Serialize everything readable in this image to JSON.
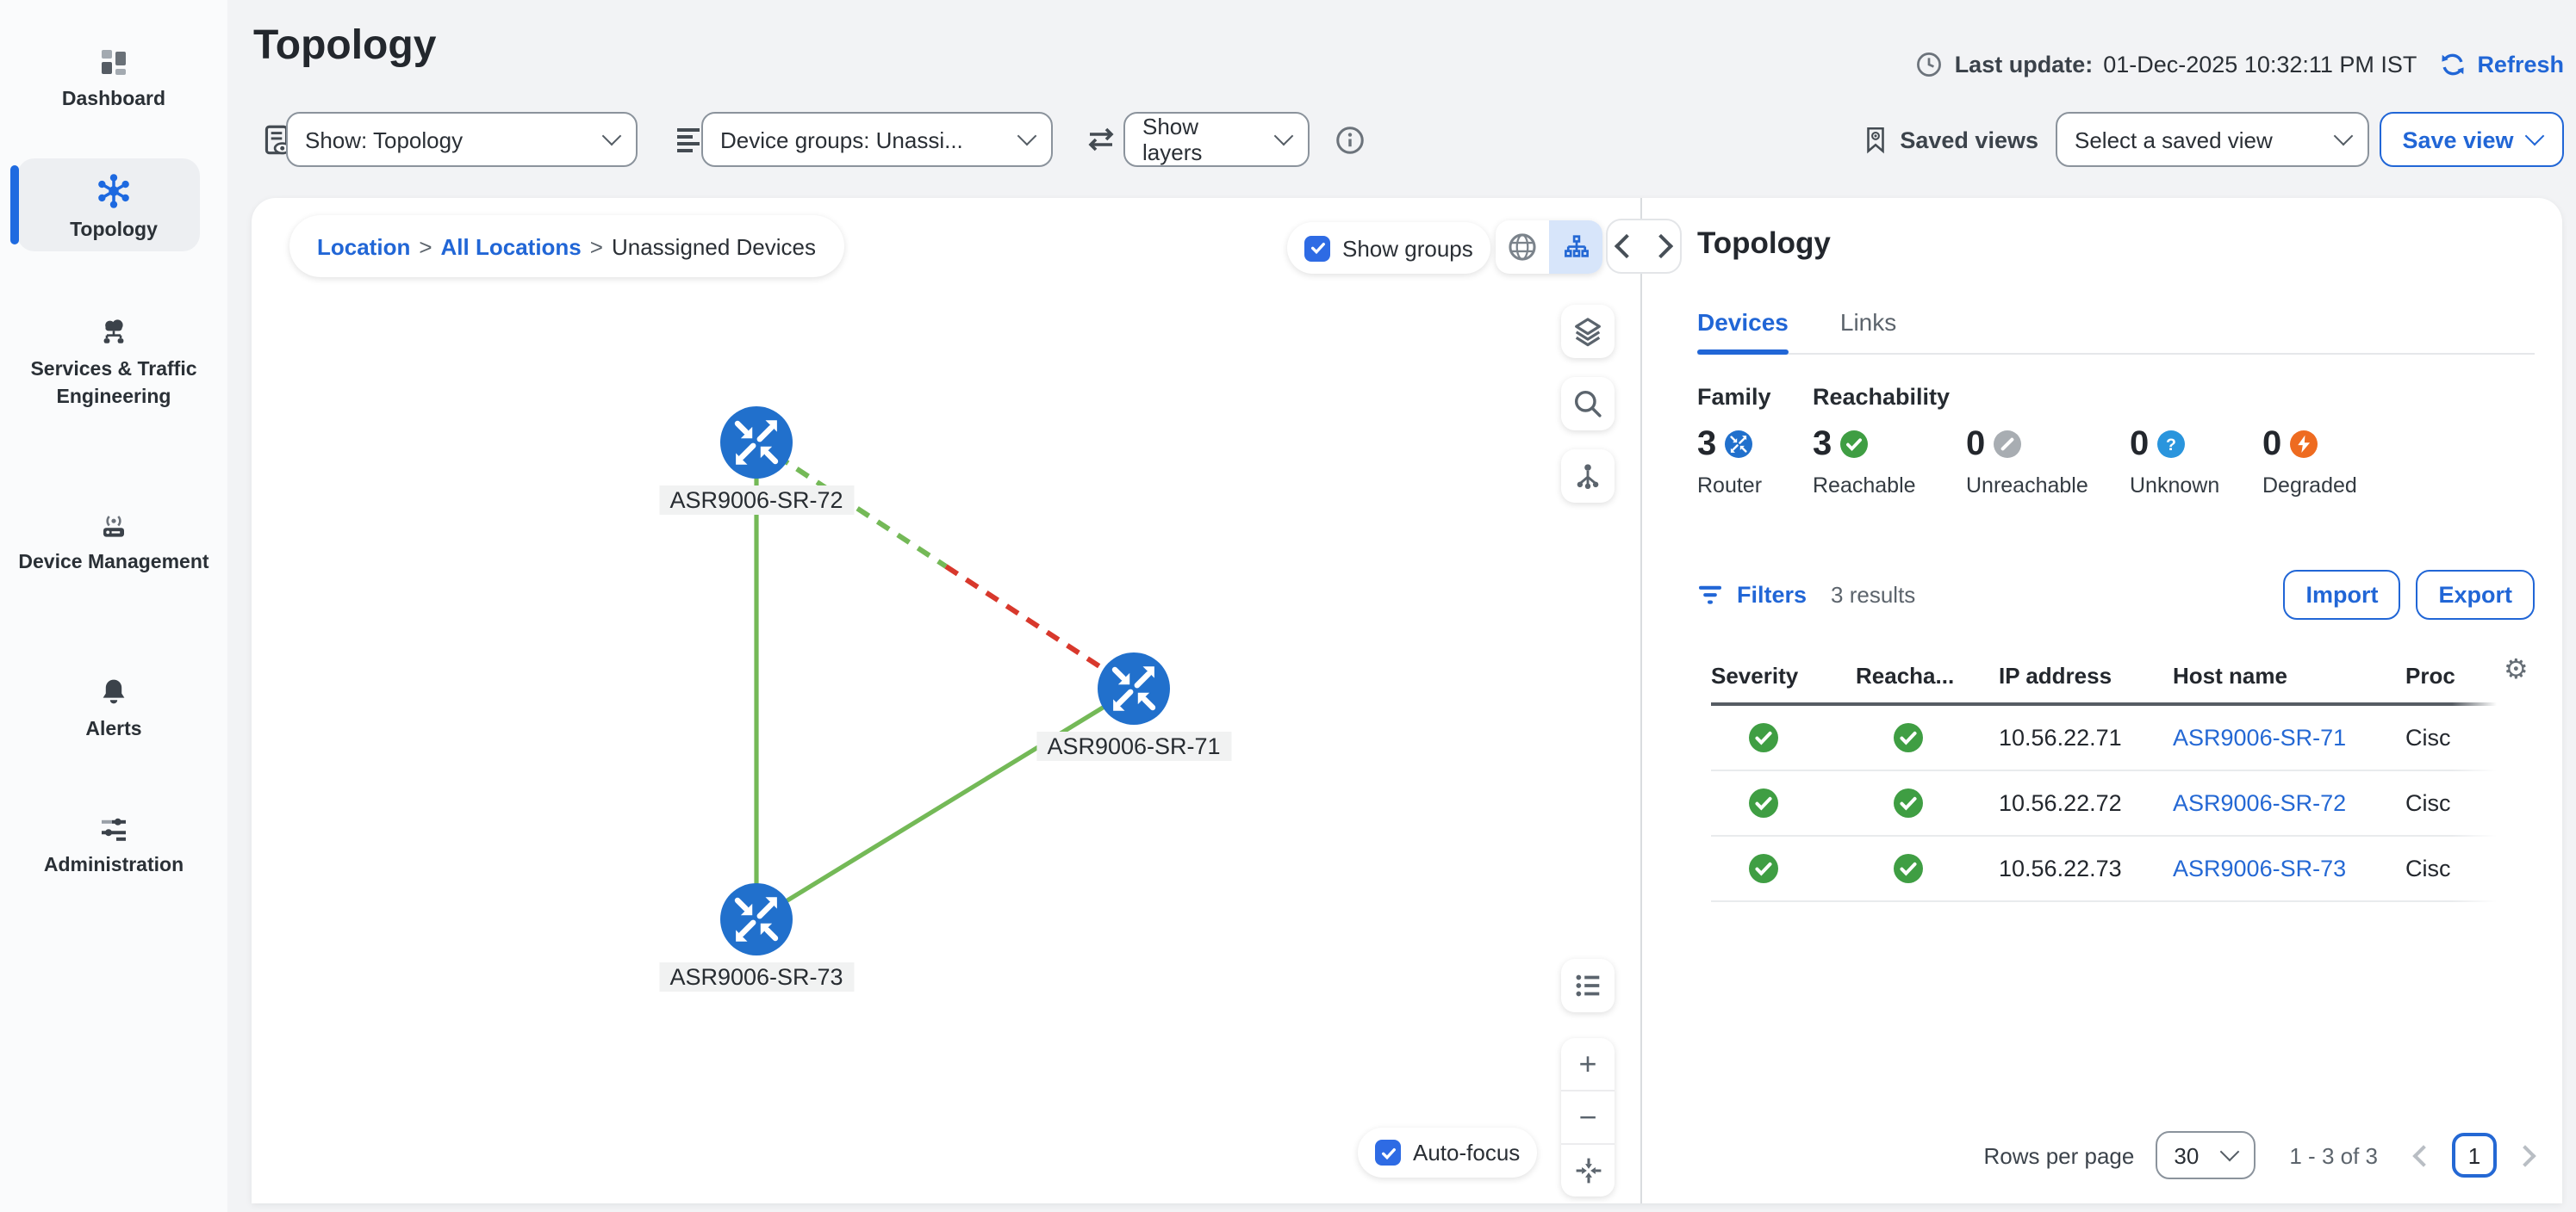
{
  "app": {
    "title": "Topology"
  },
  "sidebar": {
    "items": [
      {
        "label": "Dashboard"
      },
      {
        "label": "Topology",
        "active": true
      },
      {
        "label": "Services & Traffic Engineering"
      },
      {
        "label": "Device Management"
      },
      {
        "label": "Alerts"
      },
      {
        "label": "Administration"
      }
    ]
  },
  "header": {
    "last_update_label": "Last update:",
    "last_update_value": "01-Dec-2025 10:32:11 PM IST",
    "refresh_label": "Refresh",
    "saved_views_label": "Saved views",
    "saved_view_select": "Select a saved view",
    "save_view_label": "Save view"
  },
  "toolbar": {
    "show_select": "Show: Topology",
    "device_groups_select": "Device groups: Unassi...",
    "show_layers_select": "Show layers"
  },
  "map": {
    "breadcrumb": {
      "location": "Location",
      "all_locations": "All Locations",
      "separator": ">",
      "current": "Unassigned Devices"
    },
    "show_groups_label": "Show groups",
    "auto_focus_label": "Auto-focus",
    "zoom_in": "+",
    "zoom_out": "−",
    "nodes": [
      {
        "name": "ASR9006-SR-72"
      },
      {
        "name": "ASR9006-SR-71"
      },
      {
        "name": "ASR9006-SR-73"
      }
    ],
    "links": [
      {
        "from": "ASR9006-SR-72",
        "to": "ASR9006-SR-73",
        "style": "solid",
        "status": "up"
      },
      {
        "from": "ASR9006-SR-73",
        "to": "ASR9006-SR-71",
        "style": "solid",
        "status": "up"
      },
      {
        "from": "ASR9006-SR-72",
        "to": "ASR9006-SR-71",
        "style": "dashed",
        "status": "partial-degraded"
      }
    ]
  },
  "panel": {
    "title": "Topology",
    "tabs": [
      {
        "label": "Devices",
        "active": true
      },
      {
        "label": "Links",
        "active": false
      }
    ],
    "stats": {
      "family_label": "Family",
      "reachability_label": "Reachability",
      "family": [
        {
          "count": "3",
          "label": "Router"
        }
      ],
      "reachability": [
        {
          "count": "3",
          "label": "Reachable",
          "status": "reachable"
        },
        {
          "count": "0",
          "label": "Unreachable",
          "status": "unreachable"
        },
        {
          "count": "0",
          "label": "Unknown",
          "status": "unknown"
        },
        {
          "count": "0",
          "label": "Degraded",
          "status": "degraded"
        }
      ]
    },
    "filters_label": "Filters",
    "results_text": "3 results",
    "import_label": "Import",
    "export_label": "Export",
    "table": {
      "columns": [
        "Severity",
        "Reacha...",
        "IP address",
        "Host name",
        "Proc"
      ],
      "rows": [
        {
          "severity": "ok",
          "reachability": "ok",
          "ip": "10.56.22.71",
          "host": "ASR9006-SR-71",
          "product": "Cisc"
        },
        {
          "severity": "ok",
          "reachability": "ok",
          "ip": "10.56.22.72",
          "host": "ASR9006-SR-72",
          "product": "Cisc"
        },
        {
          "severity": "ok",
          "reachability": "ok",
          "ip": "10.56.22.73",
          "host": "ASR9006-SR-73",
          "product": "Cisc"
        }
      ]
    },
    "pagination": {
      "rows_per_page_label": "Rows per page",
      "rows_per_page_value": "30",
      "range_text": "1 - 3 of 3",
      "current_page": "1"
    }
  },
  "icons": [
    "dashboard-icon",
    "topology-icon",
    "services-te-icon",
    "device-management-icon",
    "alerts-bell-icon",
    "administration-sliders-icon",
    "report-eye-icon",
    "group-list-icon",
    "swap-icon",
    "info-icon",
    "clock-icon",
    "refresh-icon",
    "bookmark-icon",
    "globe-icon",
    "hierarchy-icon",
    "layers-icon",
    "search-icon",
    "spider-view-icon",
    "list-icon",
    "zoom-in-icon",
    "zoom-out-icon",
    "center-focus-icon",
    "gear-icon",
    "filter-icon",
    "router-icon",
    "check-circle-icon",
    "slash-circle-icon",
    "question-circle-icon",
    "lightning-circle-icon"
  ],
  "colors": {
    "accent": "#2166d6",
    "node_blue": "#2170cc",
    "ok_green": "#3f9e43",
    "link_green": "#74b957",
    "link_red": "#d8382c",
    "degraded_orange": "#ee6b20",
    "unknown_blue": "#2a95dd",
    "unreachable_gray": "#a8adb2"
  }
}
